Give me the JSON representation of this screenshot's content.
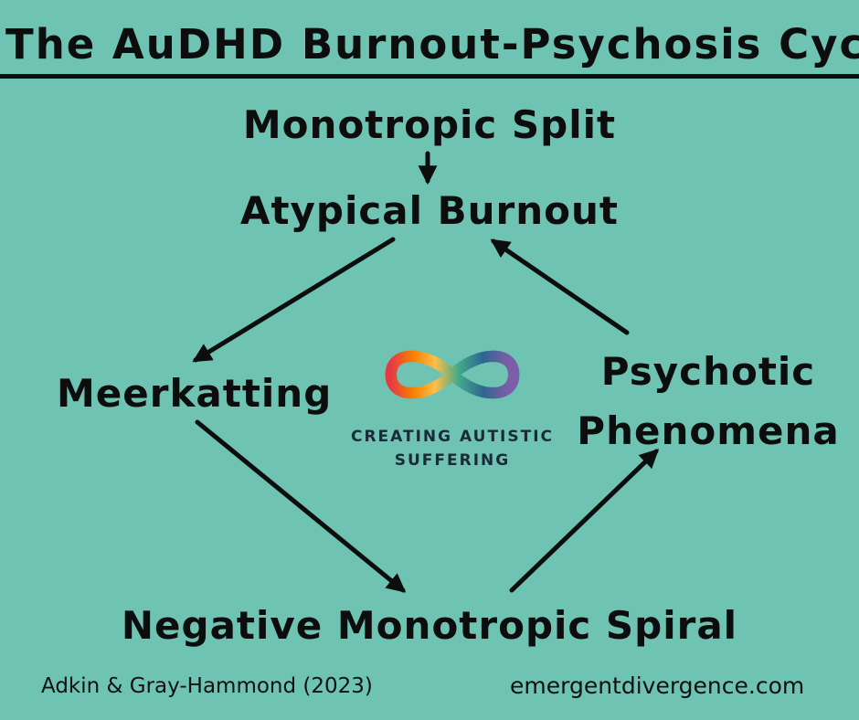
{
  "page": {
    "background": "#6FC3B2",
    "text_color": "#0d0d0d"
  },
  "title": "The AuDHD Burnout-Psychosis Cycle",
  "diagram": {
    "nodes": {
      "monotropic_split": "Monotropic Split",
      "atypical_burnout": "Atypical Burnout",
      "meerkatting": "Meerkatting",
      "psychotic_phenomena": {
        "line1": "Psychotic",
        "line2": "Phenomena"
      },
      "negative_monotropic_spiral": "Negative Monotropic Spiral"
    },
    "edges": [
      {
        "from": "Monotropic Split",
        "to": "Atypical Burnout"
      },
      {
        "from": "Atypical Burnout",
        "to": "Meerkatting"
      },
      {
        "from": "Meerkatting",
        "to": "Negative Monotropic Spiral"
      },
      {
        "from": "Negative Monotropic Spiral",
        "to": "Psychotic Phenomena"
      },
      {
        "from": "Psychotic Phenomena",
        "to": "Atypical Burnout"
      }
    ]
  },
  "logo": {
    "icon": "rainbow-infinity-icon",
    "caption_line1": "CREATING AUTISTIC",
    "caption_line2": "SUFFERING",
    "colors": [
      "#e63946",
      "#f77f00",
      "#fcbf49",
      "#43aa8b",
      "#2f6690",
      "#7b5ea7"
    ]
  },
  "footer": {
    "citation": "Adkin & Gray-Hammond (2023)",
    "website": "emergentdivergence.com"
  }
}
